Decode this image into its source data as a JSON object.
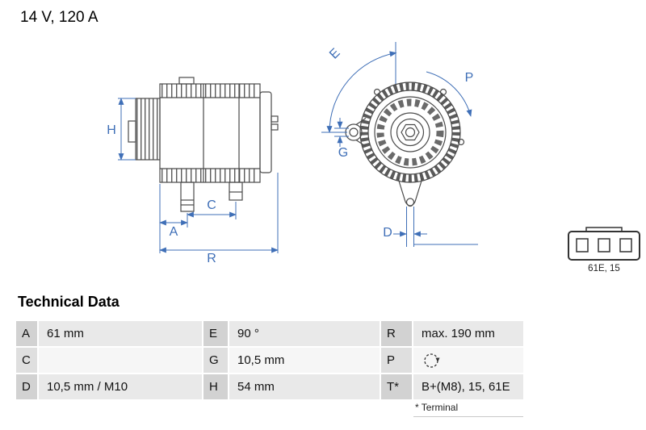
{
  "header": {
    "rating": "14 V, 120 A"
  },
  "diagram": {
    "accent_color": "#3f6fb7",
    "dims": {
      "H": "H",
      "A": "A",
      "C": "C",
      "R": "R",
      "E": "E",
      "P": "P",
      "G": "G",
      "D": "D"
    },
    "connector": {
      "label": "61E, 15"
    },
    "icons": {
      "rotation_direction": "dashed-circle-clockwise-arrow"
    }
  },
  "table": {
    "title": "Technical Data",
    "rows": [
      {
        "c1k": "A",
        "c1v": "61 mm",
        "c2k": "E",
        "c2v": "90 °",
        "c3k": "R",
        "c3v": "max. 190 mm"
      },
      {
        "c1k": "C",
        "c1v": "",
        "c2k": "G",
        "c2v": "10,5 mm",
        "c3k": "P",
        "c3v": ""
      },
      {
        "c1k": "D",
        "c1v": "10,5 mm / M10",
        "c2k": "H",
        "c2v": "54 mm",
        "c3k": "T*",
        "c3v": "B+(M8), 15, 61E"
      }
    ],
    "footnote": "* Terminal"
  }
}
